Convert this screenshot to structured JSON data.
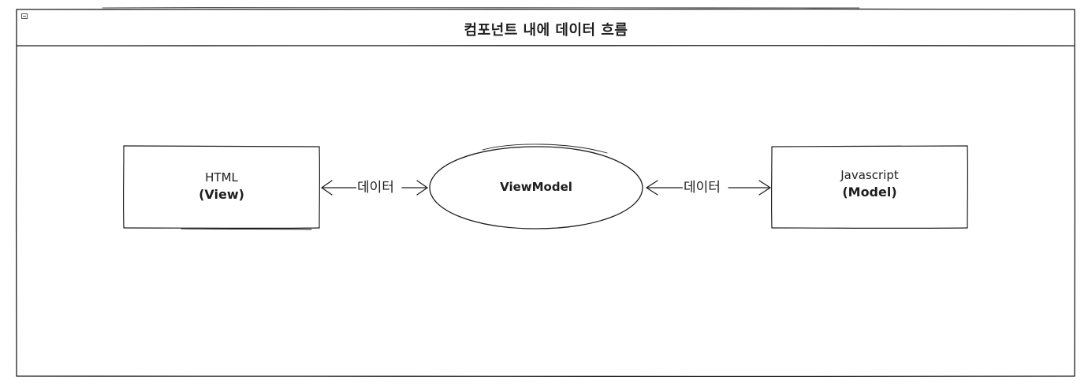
{
  "panel": {
    "title": "컴포넌트 내에 데이터 흐름"
  },
  "nodes": {
    "view": {
      "name": "HTML",
      "role": "(View)"
    },
    "viewmodel": {
      "name": "ViewModel"
    },
    "model": {
      "name": "Javascript",
      "role": "(Model)"
    }
  },
  "edges": {
    "view_to_viewmodel": {
      "label": "데이터"
    },
    "viewmodel_to_model": {
      "label": "데이터"
    }
  },
  "colors": {
    "stroke": "#1e1e1e",
    "background": "#ffffff"
  }
}
